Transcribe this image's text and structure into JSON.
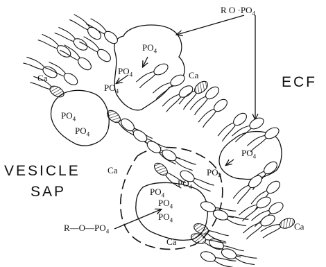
{
  "labels": {
    "r_o_po4_top": "R  O ·PO",
    "ecf": "ECF",
    "vesicle": "VESICLE",
    "sap": "SAP",
    "r_o_po4_left": "R—O—PO",
    "po4": "PO",
    "subscript_4": "4",
    "ca": "Ca"
  },
  "colors": {
    "ink": "#111111",
    "background": "#ffffff"
  },
  "icons": {
    "phospholipid": "lollipop-head-with-two-tails",
    "calcium_site": "hatched-head"
  }
}
